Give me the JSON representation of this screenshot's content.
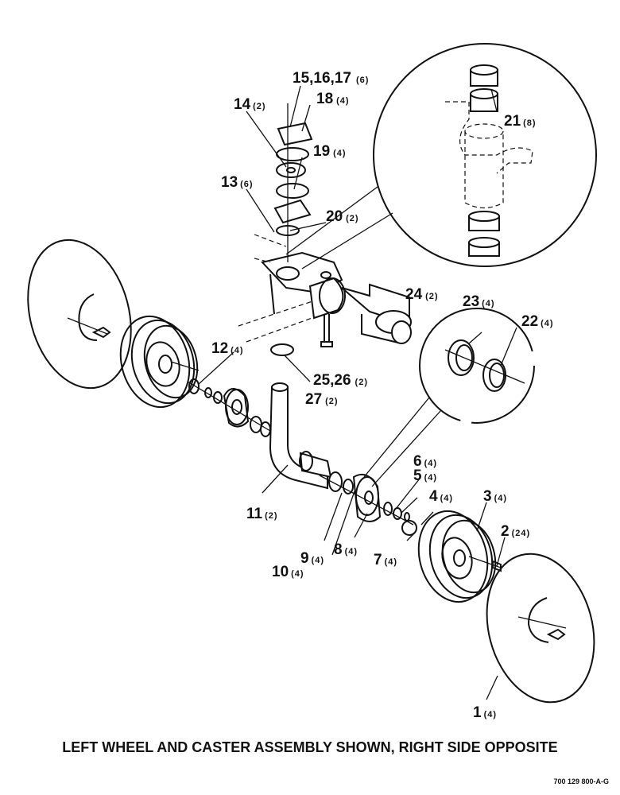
{
  "caption": "LEFT WHEEL AND CASTER ASSEMBLY SHOWN, RIGHT SIDE OPPOSITE",
  "part_number": "700 129 800-A-G",
  "callouts": [
    {
      "id": "1",
      "num": "1",
      "qty": "(4)"
    },
    {
      "id": "2",
      "num": "2",
      "qty": "(24)"
    },
    {
      "id": "3",
      "num": "3",
      "qty": "(4)"
    },
    {
      "id": "4",
      "num": "4",
      "qty": "(4)"
    },
    {
      "id": "5",
      "num": "5",
      "qty": "(4)"
    },
    {
      "id": "6",
      "num": "6",
      "qty": "(4)"
    },
    {
      "id": "7",
      "num": "7",
      "qty": "(4)"
    },
    {
      "id": "8",
      "num": "8",
      "qty": "(4)"
    },
    {
      "id": "9",
      "num": "9",
      "qty": "(4)"
    },
    {
      "id": "10",
      "num": "10",
      "qty": "(4)"
    },
    {
      "id": "11",
      "num": "11",
      "qty": "(2)"
    },
    {
      "id": "12",
      "num": "12",
      "qty": "(4)"
    },
    {
      "id": "13",
      "num": "13",
      "qty": "(6)"
    },
    {
      "id": "14",
      "num": "14",
      "qty": "(2)"
    },
    {
      "id": "15-17",
      "num": "15,16,17",
      "qty": "(6)"
    },
    {
      "id": "18",
      "num": "18",
      "qty": "(4)"
    },
    {
      "id": "19",
      "num": "19",
      "qty": "(4)"
    },
    {
      "id": "20",
      "num": "20",
      "qty": "(2)"
    },
    {
      "id": "21",
      "num": "21",
      "qty": "(8)"
    },
    {
      "id": "22",
      "num": "22",
      "qty": "(4)"
    },
    {
      "id": "23",
      "num": "23",
      "qty": "(4)"
    },
    {
      "id": "24",
      "num": "24",
      "qty": "(2)"
    },
    {
      "id": "25-26",
      "num": "25,26",
      "qty": "(2)"
    },
    {
      "id": "27",
      "num": "27",
      "qty": "(2)"
    }
  ]
}
